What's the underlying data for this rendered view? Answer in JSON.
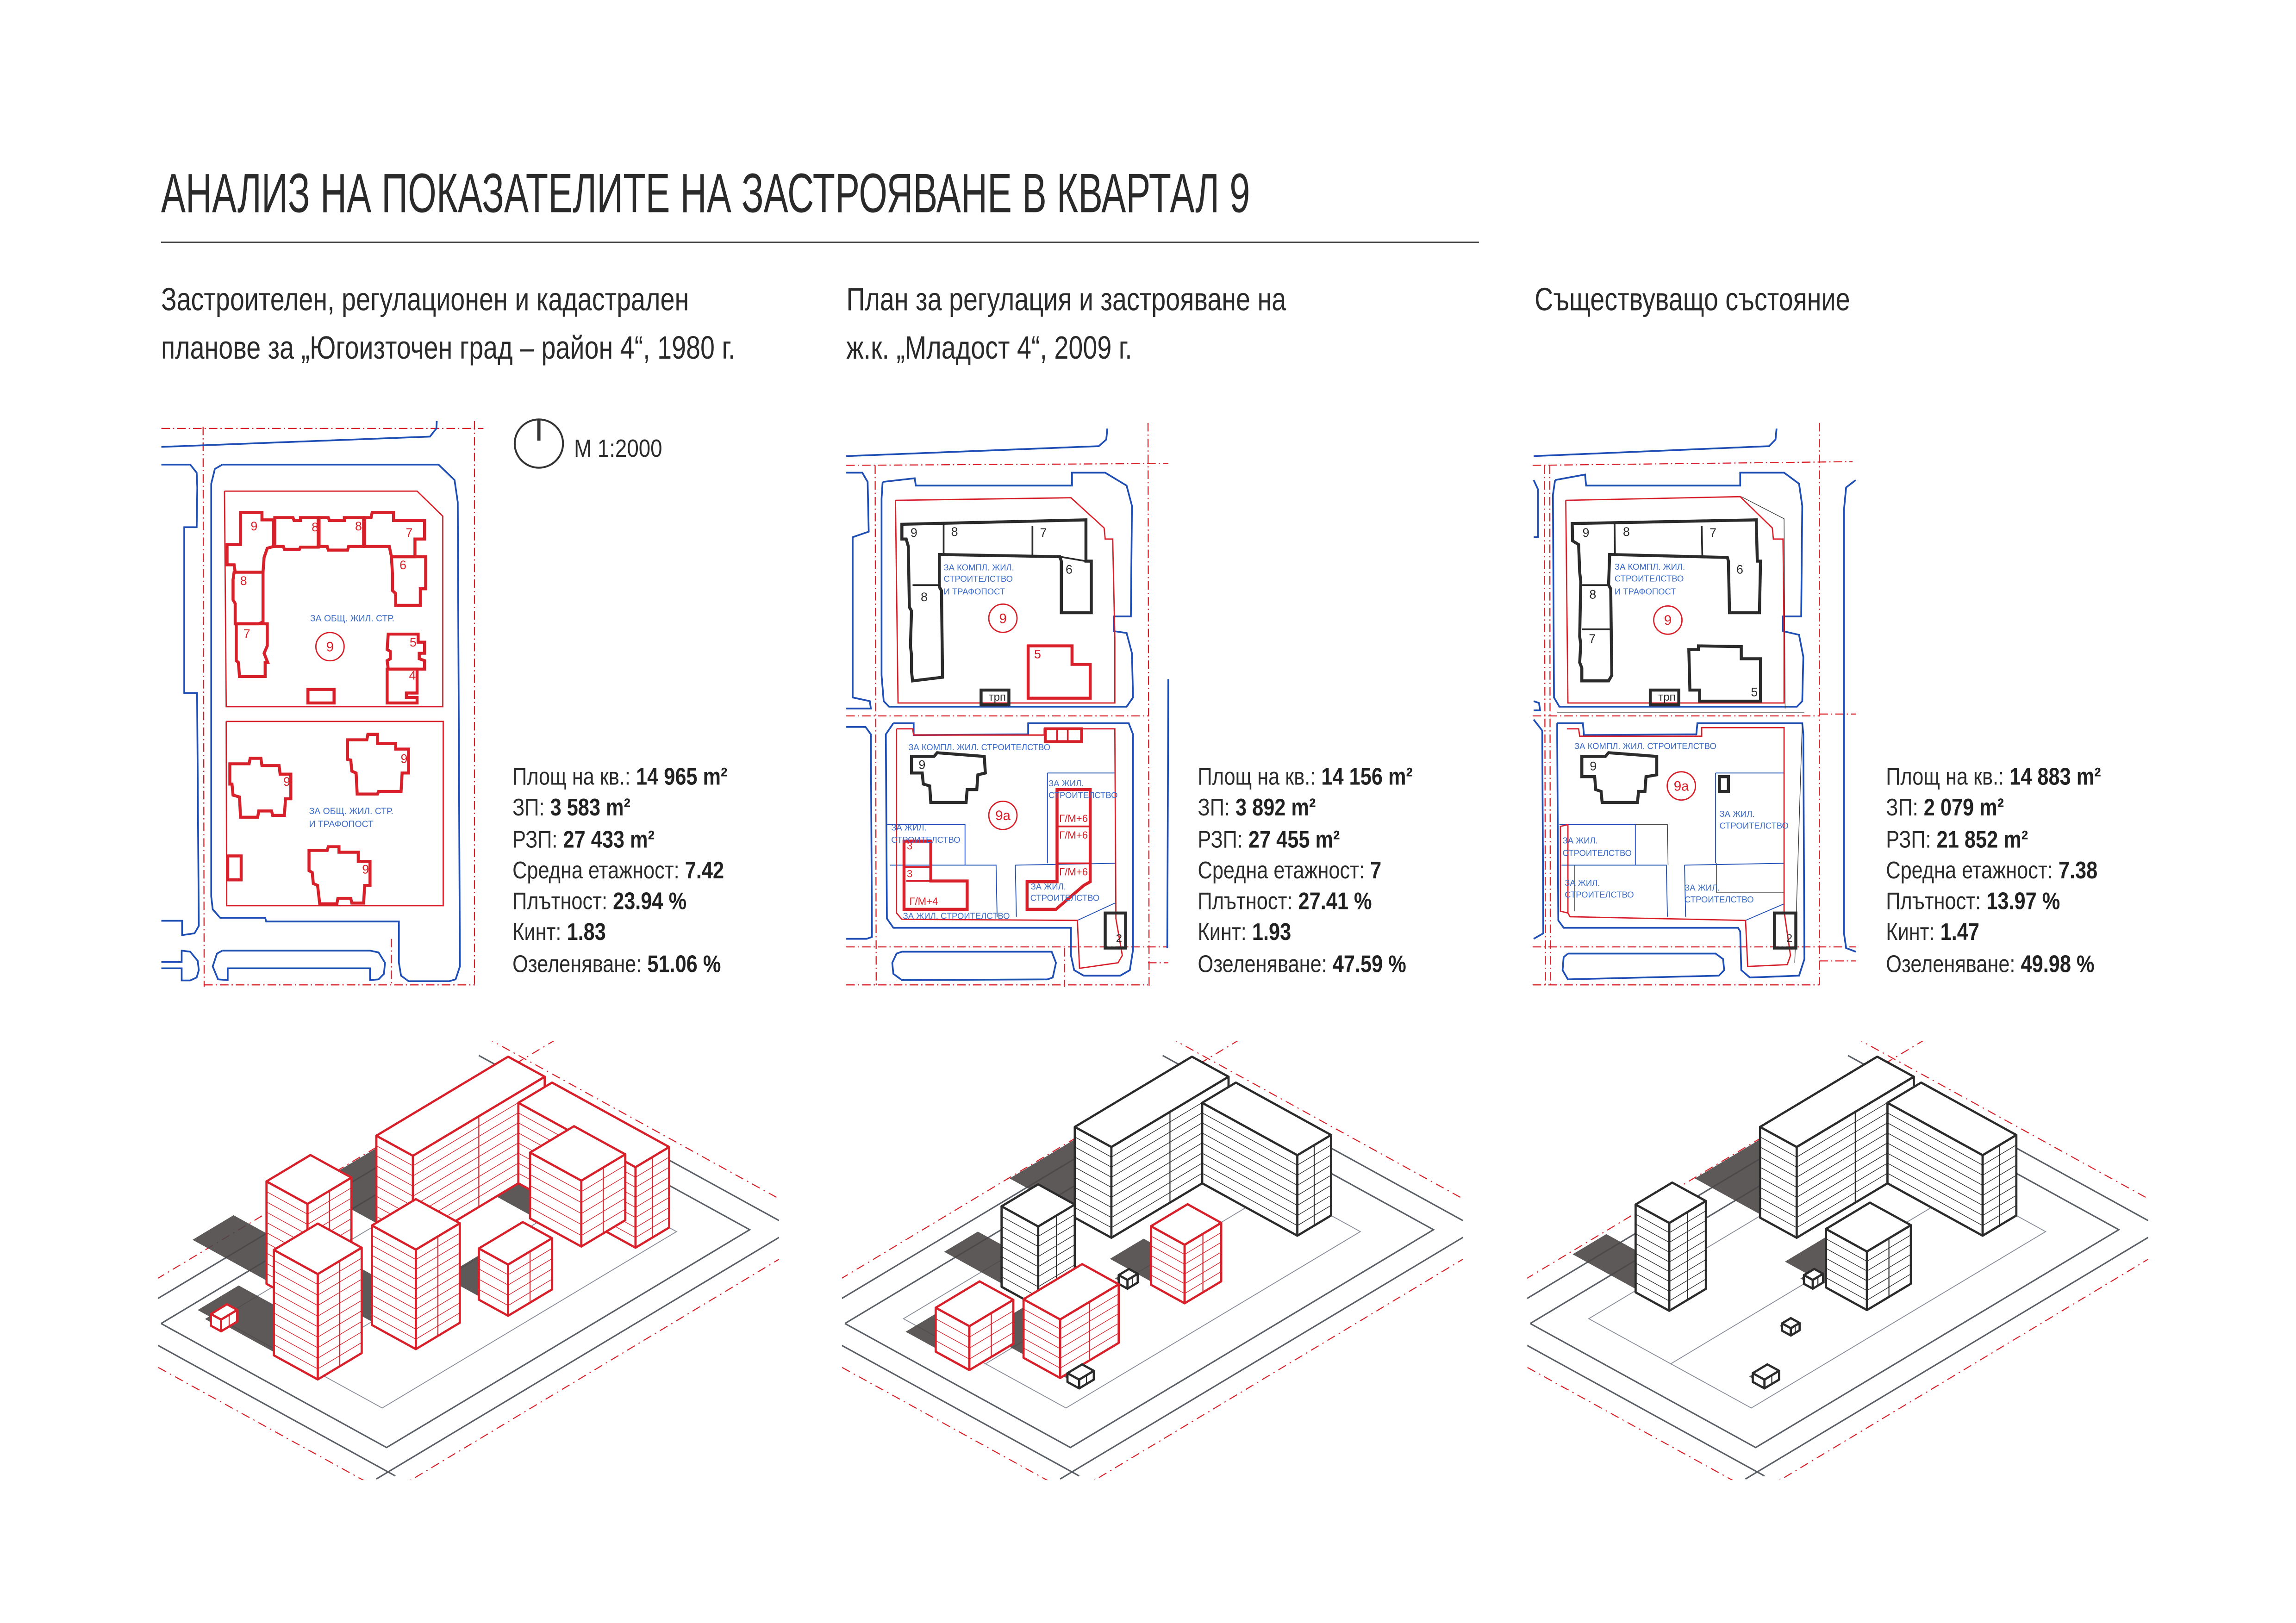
{
  "title": "АНАЛИЗ НА ПОКАЗАТЕЛИТЕ НА ЗАСТРОЯВАНЕ В КВАРТАЛ 9",
  "scale_label": "M 1:2000",
  "colors": {
    "proposed": "#d8202a",
    "existing": "#2b2b2b",
    "regulation": "#1f4fb5",
    "zone_text": "#3a6bc8",
    "shadow": "#4b4747"
  },
  "columns": [
    {
      "heading": [
        "Застроителен, регулационен и кадастрален",
        "планове за „Югоизточен град – район 4“, 1980 г."
      ],
      "stats": [
        {
          "label": "Площ на кв.:",
          "value": "14 965 m²"
        },
        {
          "label": "ЗП:",
          "value": "3 583 m²"
        },
        {
          "label": "РЗП:",
          "value": "27 433 m²"
        },
        {
          "label": "Средна етажност:",
          "value": "7.42"
        },
        {
          "label": "Плътност:",
          "value": "23.94 %"
        },
        {
          "label": "Кинт:",
          "value": "1.83"
        },
        {
          "label": "Озеленяване:",
          "value": "51.06 %"
        }
      ]
    },
    {
      "heading": [
        "План за регулация и застрояване на",
        "ж.к. „Младост 4“, 2009 г."
      ],
      "stats": [
        {
          "label": "Площ на кв.:",
          "value": "14 156 m²"
        },
        {
          "label": "ЗП:",
          "value": "3 892 m²"
        },
        {
          "label": "РЗП:",
          "value": "27 455 m²"
        },
        {
          "label": "Средна етажност:",
          "value": "7"
        },
        {
          "label": "Плътност:",
          "value": "27.41 %"
        },
        {
          "label": "Кинт:",
          "value": "1.93"
        },
        {
          "label": "Озеленяване:",
          "value": "47.59 %"
        }
      ]
    },
    {
      "heading": [
        "Съществуващо състояние"
      ],
      "stats": [
        {
          "label": "Площ на кв.:",
          "value": "14 883 m²"
        },
        {
          "label": "ЗП:",
          "value": "2 079 m²"
        },
        {
          "label": "РЗП:",
          "value": "21 852 m²"
        },
        {
          "label": "Средна етажност:",
          "value": "7.38"
        },
        {
          "label": "Плътност:",
          "value": "13.97 %"
        },
        {
          "label": "Кинт:",
          "value": "1.47"
        },
        {
          "label": "Озеленяване:",
          "value": "49.98 %"
        }
      ]
    }
  ],
  "maps": [
    {
      "labels": [
        "9",
        "8",
        "8",
        "7",
        "6",
        "8",
        "7",
        "5",
        "4",
        "9",
        "9",
        "9",
        "ЗА ОБЩ. ЖИЛ. СТР.",
        "ЗА ОБЩ. ЖИЛ. СТР.",
        "И ТРАФОПОСТ",
        "9"
      ]
    },
    {
      "labels": [
        "9",
        "8",
        "7",
        "6",
        "8",
        "ЗА КОМПЛ. ЖИЛ.",
        "СТРОИТЕЛСТВО",
        "И ТРАФОПОСТ",
        "9",
        "5",
        "трп",
        "ЗА КОМПЛ. ЖИЛ. СТРОИТЕЛСТВО",
        "9",
        "9а",
        "ЗА ЖИЛ.",
        "СТРОИТЕЛСТВО",
        "ЗА ЖИЛ.",
        "СТРОИТЕЛСТВО",
        "Г/М+6",
        "Г/М+6",
        "Г/М+6",
        "3",
        "3",
        "Г/М+4",
        "ЗА ЖИЛ.",
        "СТРОИТЕЛСТВО",
        "ЗА ЖИЛ. СТРОИТЕЛСТВО",
        "2"
      ]
    },
    {
      "labels": [
        "9",
        "8",
        "7",
        "6",
        "8",
        "7",
        "ЗА КОМПЛ. ЖИЛ.",
        "СТРОИТЕЛСТВО",
        "И ТРАФОПОСТ",
        "9",
        "5",
        "трп",
        "ЗА КОМПЛ. ЖИЛ. СТРОИТЕЛСТВО",
        "9",
        "9а",
        "ЗА ЖИЛ.",
        "СТРОИТЕЛСТВО",
        "ЗА ЖИЛ.",
        "СТРОИТЕЛСТВО",
        "ЗА ЖИЛ.",
        "СТРОИТЕЛСТВО",
        "ЗА ЖИЛ.",
        "СТРОИТЕЛСТВО",
        "2"
      ]
    }
  ]
}
